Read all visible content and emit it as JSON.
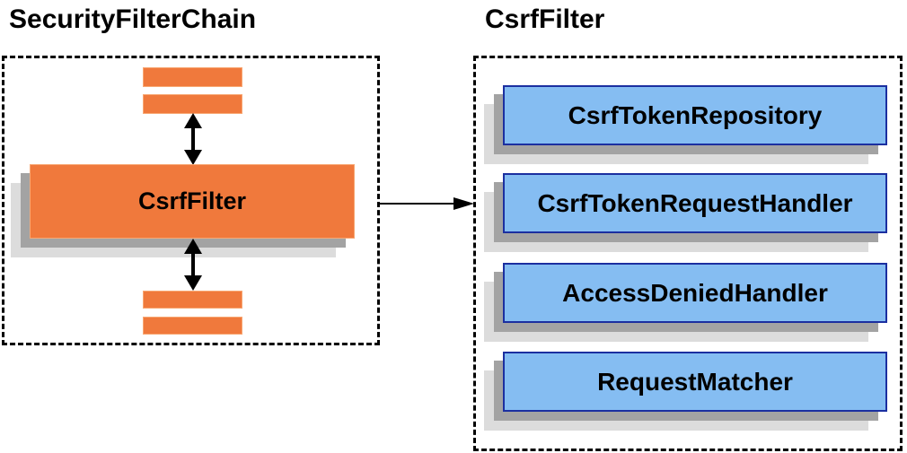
{
  "left": {
    "title": "SecurityFilterChain",
    "filter_label": "CsrfFilter",
    "placeholder_bars": 4
  },
  "right": {
    "title": "CsrfFilter",
    "components": [
      {
        "label": "CsrfTokenRepository"
      },
      {
        "label": "CsrfTokenRequestHandler"
      },
      {
        "label": "AccessDeniedHandler"
      },
      {
        "label": "RequestMatcher"
      }
    ]
  },
  "icons": {
    "vertical_arrows": "double-headed-arrow",
    "link_arrow": "right-arrow"
  },
  "colors": {
    "orange": "#f0793c",
    "orange_edge": "#f8a874",
    "blue_fill": "#85bdf2",
    "blue_border": "#1b2fa0",
    "shadow_dark": "#a3a3a3",
    "shadow_light": "#dcdcdc",
    "stroke": "#000000"
  }
}
